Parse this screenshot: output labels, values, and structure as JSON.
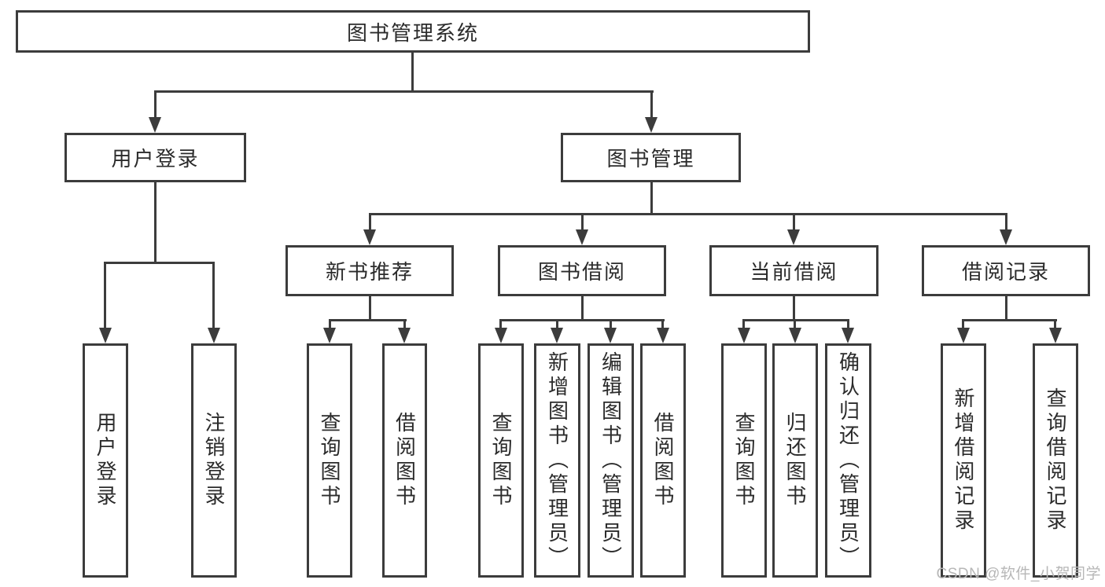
{
  "diagram": {
    "title": "图书管理系统",
    "colors": {
      "line": "#3c3c3c",
      "text": "#2b2b2b",
      "background": "#ffffff",
      "watermark_gray": "#b7b7b7"
    },
    "root": {
      "label": "图书管理系统"
    },
    "level2": [
      {
        "id": "user-login",
        "label": "用户登录"
      },
      {
        "id": "book-management",
        "label": "图书管理"
      }
    ],
    "level3": [
      {
        "id": "new-book-recommend",
        "label": "新书推荐"
      },
      {
        "id": "book-borrow",
        "label": "图书借阅"
      },
      {
        "id": "current-borrow",
        "label": "当前借阅"
      },
      {
        "id": "borrow-records",
        "label": "借阅记录"
      }
    ],
    "leaves": [
      {
        "id": "user-login-leaf",
        "parent": "user-login",
        "label": "用户登录"
      },
      {
        "id": "logout-leaf",
        "parent": "user-login",
        "label": "注销登录"
      },
      {
        "id": "recommend-query-books",
        "parent": "new-book-recommend",
        "label": "查询图书"
      },
      {
        "id": "recommend-borrow-books",
        "parent": "new-book-recommend",
        "label": "借阅图书"
      },
      {
        "id": "borrow-query-books",
        "parent": "book-borrow",
        "label": "查询图书"
      },
      {
        "id": "borrow-add-books",
        "parent": "book-borrow",
        "label": "新增图书（管理员）"
      },
      {
        "id": "borrow-edit-books",
        "parent": "book-borrow",
        "label": "编辑图书（管理员）"
      },
      {
        "id": "borrow-borrow-books",
        "parent": "book-borrow",
        "label": "借阅图书"
      },
      {
        "id": "current-query-books",
        "parent": "current-borrow",
        "label": "查询图书"
      },
      {
        "id": "current-return-books",
        "parent": "current-borrow",
        "label": "归还图书"
      },
      {
        "id": "current-confirm-return",
        "parent": "current-borrow",
        "label": "确认归还（管理员）"
      },
      {
        "id": "records-add-record",
        "parent": "borrow-records",
        "label": "新增借阅记录"
      },
      {
        "id": "records-query-record",
        "parent": "borrow-records",
        "label": "查询借阅记录"
      }
    ],
    "watermark": "CSDN @软件_小贺同学"
  }
}
